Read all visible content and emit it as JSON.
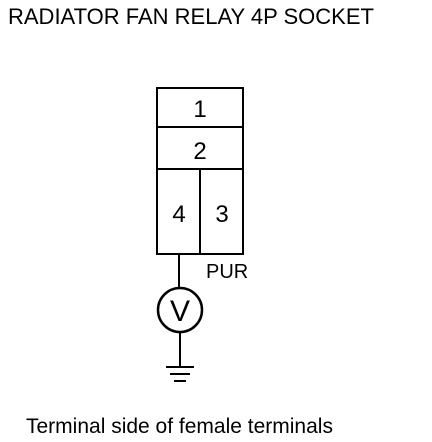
{
  "title": "RADIATOR FAN RELAY 4P SOCKET",
  "connector": {
    "terminals": [
      {
        "id": "1",
        "label": "1"
      },
      {
        "id": "2",
        "label": "2"
      },
      {
        "id": "4",
        "label": "4"
      },
      {
        "id": "3",
        "label": "3"
      }
    ]
  },
  "wire": {
    "terminal": "4",
    "color_label": "PUR"
  },
  "meter": {
    "symbol": "V"
  },
  "caption": "Terminal side of female terminals"
}
